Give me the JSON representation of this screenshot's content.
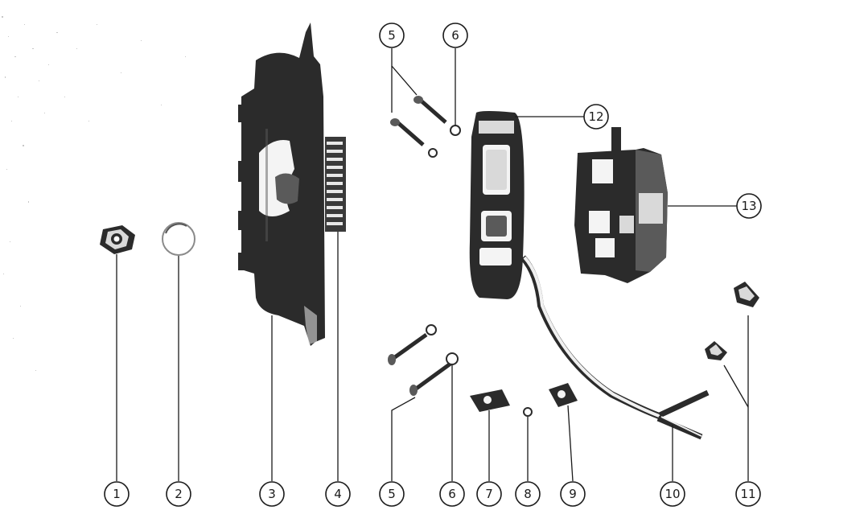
{
  "diagram": {
    "callouts": [
      {
        "id": "c1-bottom",
        "label": "1"
      },
      {
        "id": "c2-bottom",
        "label": "2"
      },
      {
        "id": "c3-bottom",
        "label": "3"
      },
      {
        "id": "c4-bottom",
        "label": "4"
      },
      {
        "id": "c5-top",
        "label": "5"
      },
      {
        "id": "c6-top",
        "label": "6"
      },
      {
        "id": "c5-bottom",
        "label": "5"
      },
      {
        "id": "c6-bottom",
        "label": "6"
      },
      {
        "id": "c7-bottom",
        "label": "7"
      },
      {
        "id": "c8-bottom",
        "label": "8"
      },
      {
        "id": "c9-bottom",
        "label": "9"
      },
      {
        "id": "c10-bottom",
        "label": "10"
      },
      {
        "id": "c11-bottom",
        "label": "11"
      },
      {
        "id": "c12-right",
        "label": "12"
      },
      {
        "id": "c13-right",
        "label": "13"
      }
    ]
  }
}
